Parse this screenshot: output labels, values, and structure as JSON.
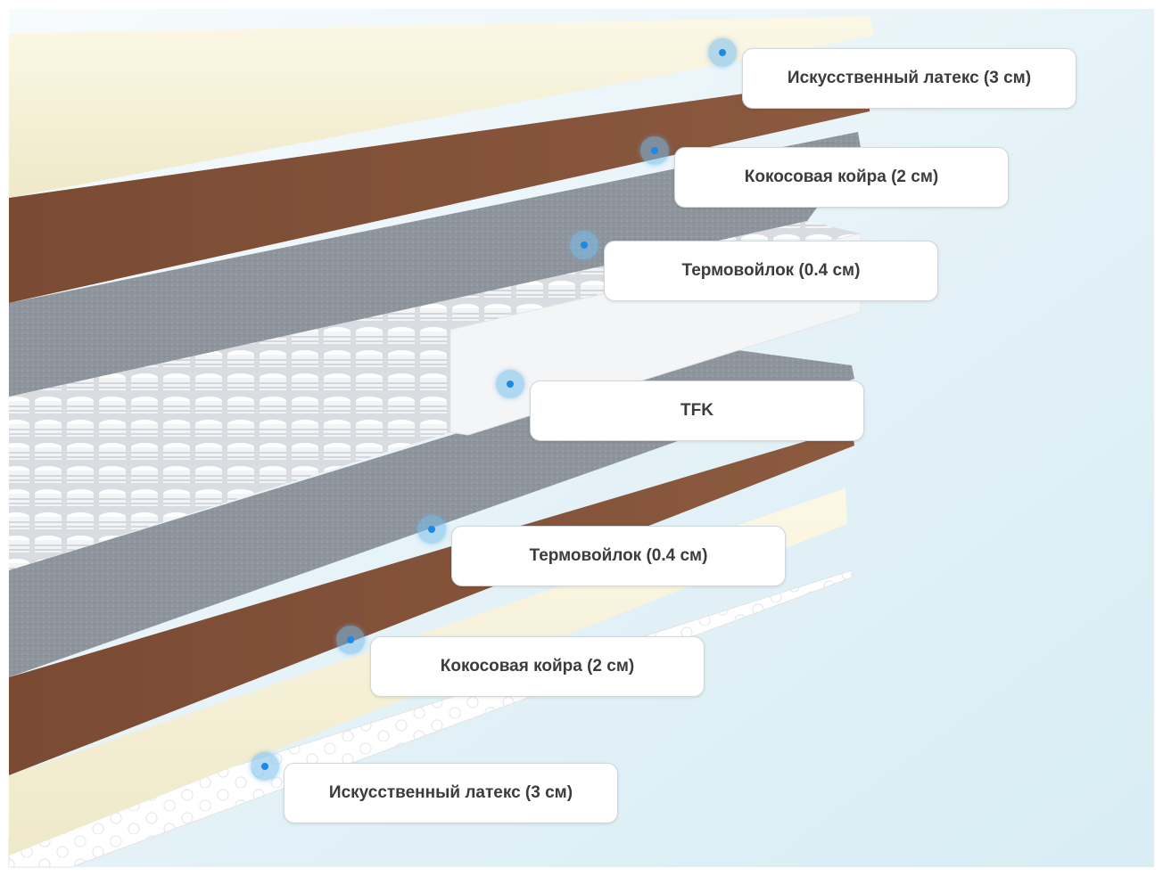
{
  "layers": [
    {
      "id": "latex-top",
      "label": "Искусственный латекс (3 см)"
    },
    {
      "id": "coir-top",
      "label": "Кокосовая койра (2 см)"
    },
    {
      "id": "felt-top",
      "label": "Термовойлок (0.4 см)"
    },
    {
      "id": "tfk",
      "label": "TFK"
    },
    {
      "id": "felt-bottom",
      "label": "Термовойлок (0.4 см)"
    },
    {
      "id": "coir-bottom",
      "label": "Кокосовая койра (2 см)"
    },
    {
      "id": "latex-bottom",
      "label": "Искусственный латекс (3 см)"
    }
  ],
  "colors": {
    "latex": "#f5f1d8",
    "coir": "#80503a",
    "felt": "#8e949b",
    "springs": "#f2f4f6",
    "background": "#e3f2f8",
    "marker": "#1e88e5"
  }
}
